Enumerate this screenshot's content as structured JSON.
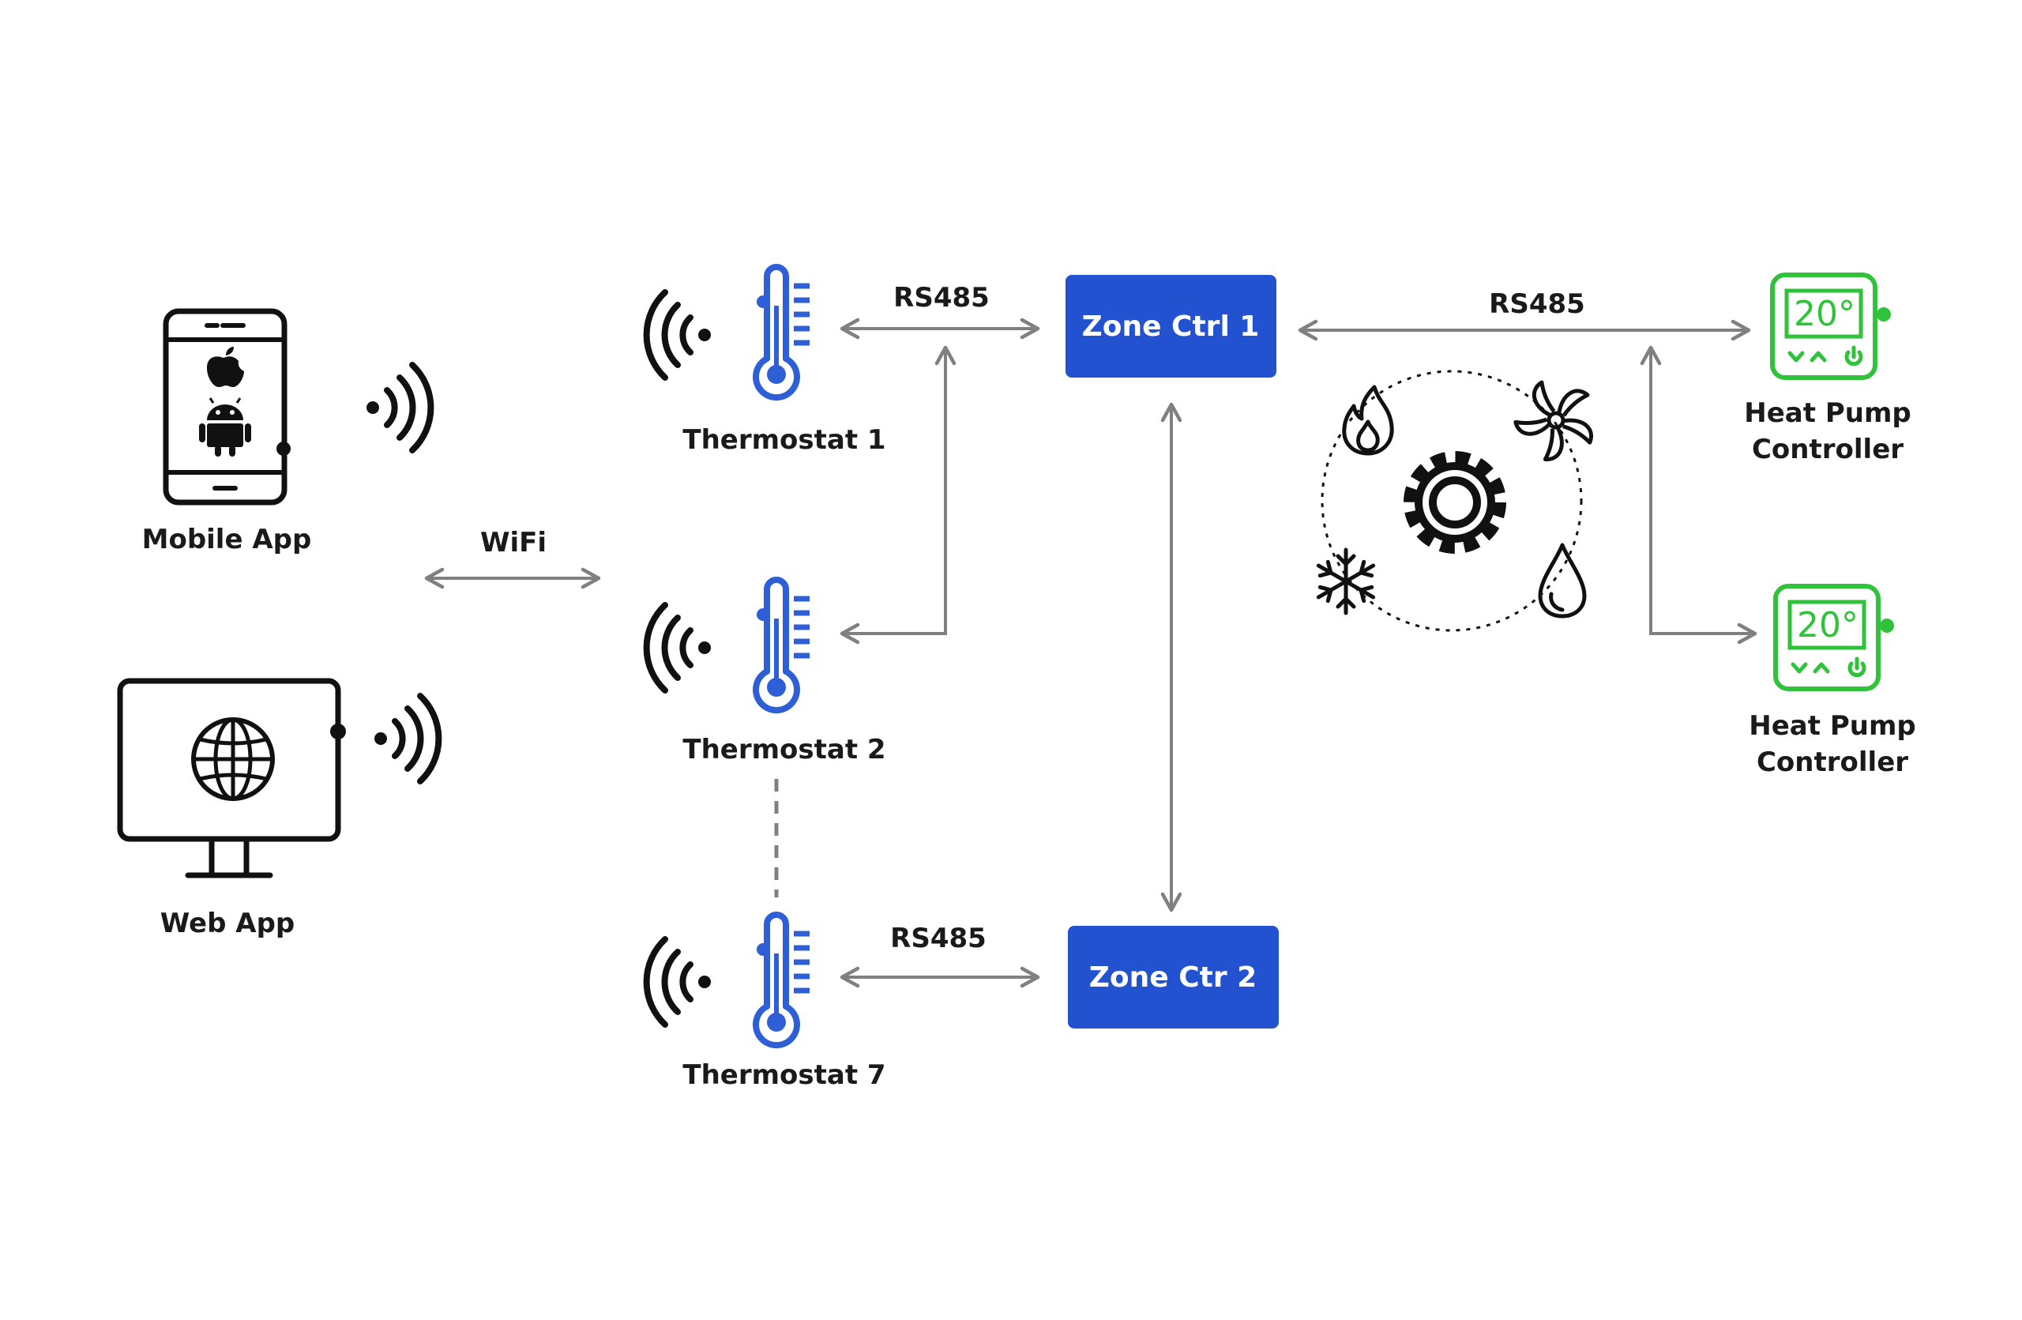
{
  "colors": {
    "text": "#1a1a1a",
    "arrow": "#808080",
    "thermostat_blue": "#2f5fd6",
    "zone_box": "#2352d1",
    "controller_green": "#2fc23a",
    "icon_black": "#111111"
  },
  "clients": {
    "mobile": {
      "label": "Mobile App",
      "icons": [
        "smartphone-icon",
        "apple-icon",
        "android-icon",
        "wireless-signal-icon"
      ]
    },
    "web": {
      "label": "Web App",
      "icons": [
        "monitor-icon",
        "globe-icon",
        "wireless-signal-icon"
      ]
    }
  },
  "links": {
    "wifi": "WiFi",
    "rs485_thermostat_1": "RS485",
    "rs485_thermostat_7": "RS485",
    "rs485_controllers": "RS485"
  },
  "thermostats": [
    {
      "label": "Thermostat 1"
    },
    {
      "label": "Thermostat 2"
    },
    {
      "label": "Thermostat 7"
    }
  ],
  "zone_controllers": [
    {
      "label": "Zone Ctrl 1"
    },
    {
      "label": "Zone Ctr 2"
    }
  ],
  "hvac_icons": [
    "flame-icon",
    "fan-icon",
    "gear-icon",
    "snowflake-icon",
    "water-drop-icon"
  ],
  "heat_pump_controllers": [
    {
      "line1": "Heat Pump",
      "line2": "Controller",
      "display": "20°"
    },
    {
      "line1": "Heat Pump",
      "line2": "Controller",
      "display": "20°"
    }
  ]
}
